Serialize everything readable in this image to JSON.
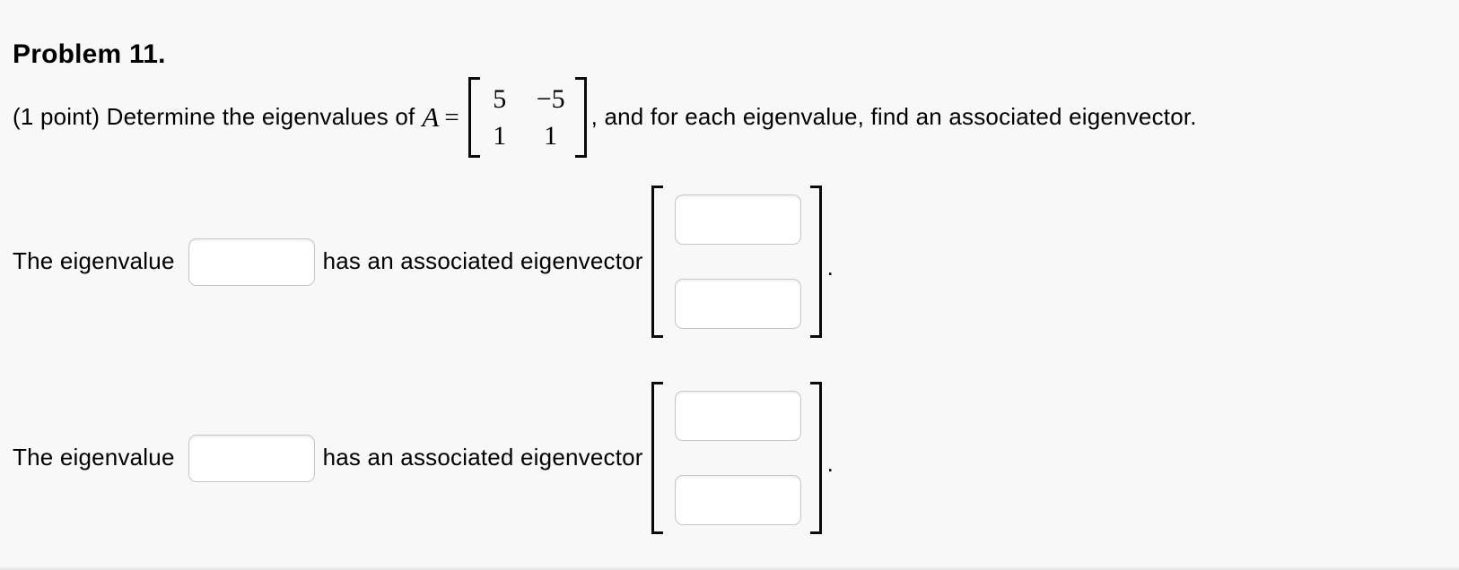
{
  "page": {
    "title": "Problem 11.",
    "background_color": "#f8f8f8",
    "text_color": "#000000",
    "input_border_color": "#c7c7c7",
    "bracket_color": "#0a0a0a"
  },
  "problem": {
    "prefix": "(1 point) Determine the eigenvalues of",
    "matrix_symbol": "A",
    "equals_sign": "=",
    "matrix": {
      "rows": [
        [
          "5",
          "−5"
        ],
        [
          "1",
          "1"
        ]
      ]
    },
    "suffix": ", and for each eigenvalue, find an associated eigenvector."
  },
  "answers": [
    {
      "label_before": "The eigenvalue",
      "label_after": "has an associated eigenvector",
      "eigenvalue_input": {
        "value": ""
      },
      "eigenvector_inputs": [
        {
          "value": ""
        },
        {
          "value": ""
        }
      ],
      "period": "."
    },
    {
      "label_before": "The eigenvalue",
      "label_after": "has an associated eigenvector",
      "eigenvalue_input": {
        "value": ""
      },
      "eigenvector_inputs": [
        {
          "value": ""
        },
        {
          "value": ""
        }
      ],
      "period": "."
    }
  ]
}
